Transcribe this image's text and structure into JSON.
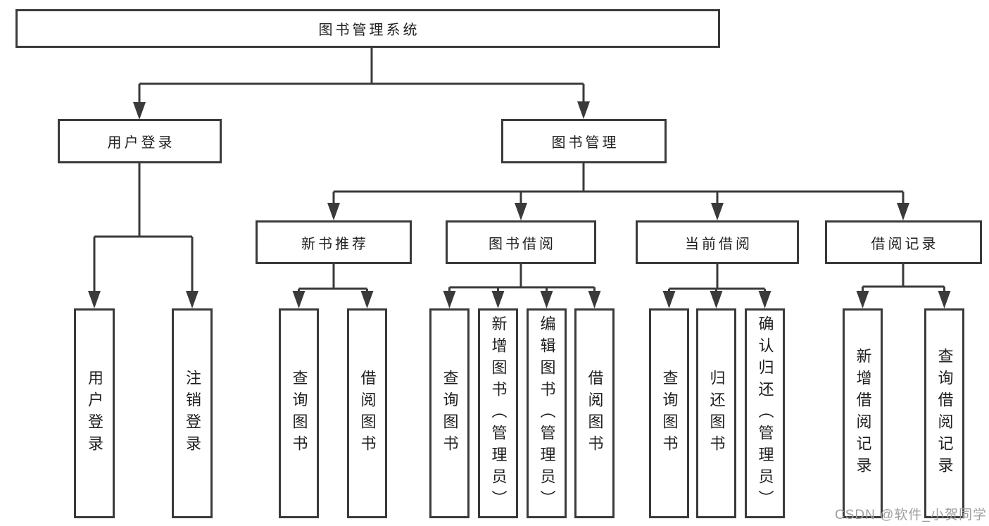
{
  "diagram": {
    "root": {
      "label": "图书管理系统"
    },
    "branches": [
      {
        "label": "用户登录",
        "leaves": [
          "用户登录",
          "注销登录"
        ]
      },
      {
        "label": "图书管理",
        "children": [
          {
            "label": "新书推荐",
            "leaves": [
              "查询图书",
              "借阅图书"
            ]
          },
          {
            "label": "图书借阅",
            "leaves": [
              "查询图书",
              "新增图书（管理员）",
              "编辑图书（管理员）",
              "借阅图书"
            ]
          },
          {
            "label": "当前借阅",
            "leaves": [
              "查询图书",
              "归还图书",
              "确认归还（管理员）"
            ]
          },
          {
            "label": "借阅记录",
            "leaves": [
              "新增借阅记录",
              "查询借阅记录"
            ]
          }
        ]
      }
    ]
  },
  "watermark": "CSDN @软件_小贺同学",
  "colors": {
    "line": "#3a3a3a",
    "text": "#1f1f1f",
    "background": "#ffffff",
    "watermark": "#9e9e9e"
  }
}
